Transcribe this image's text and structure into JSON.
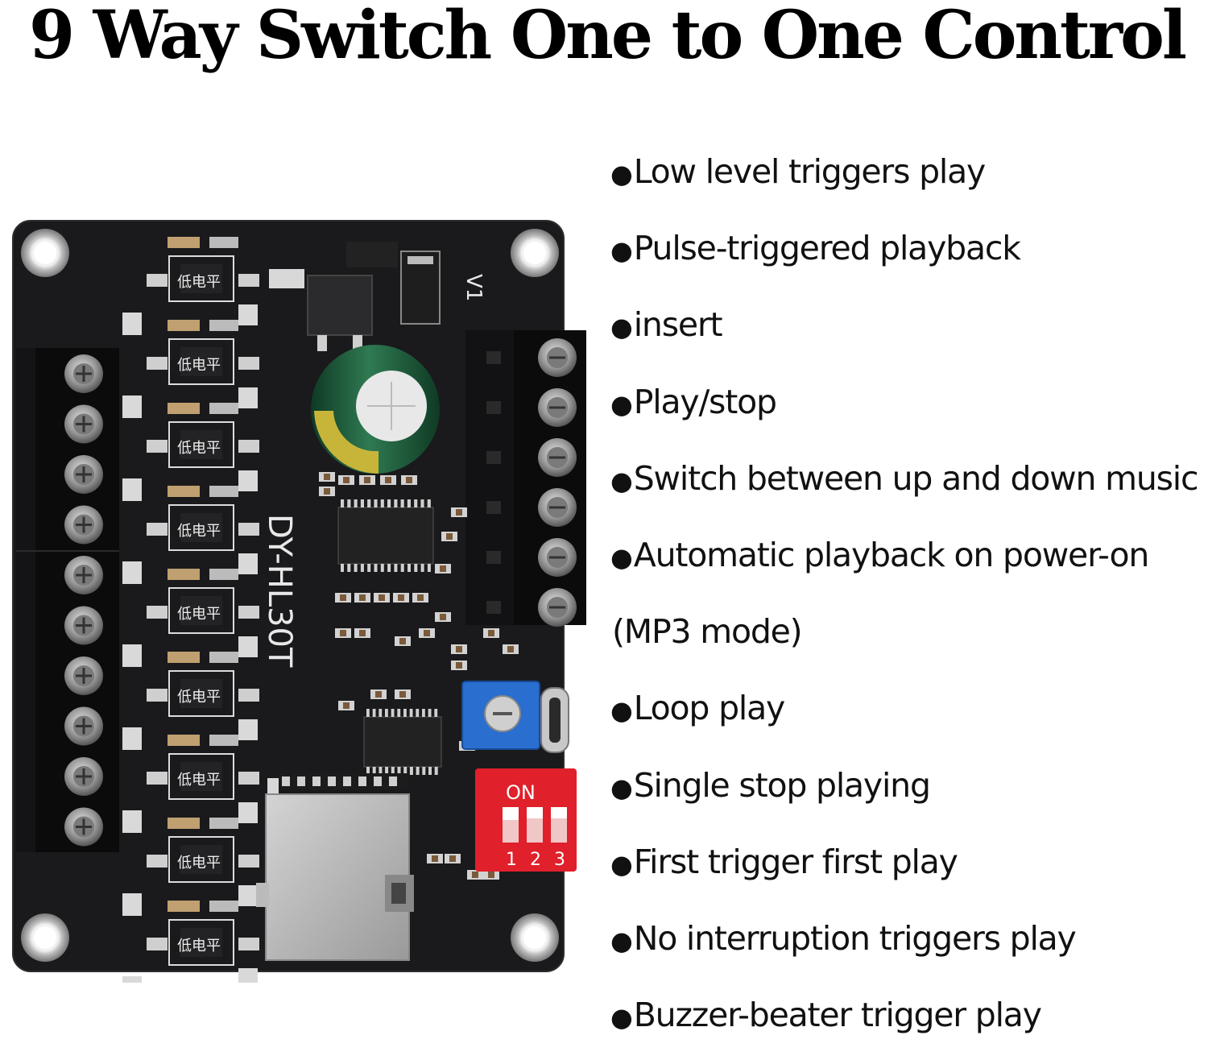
{
  "title": "9 Way Switch One to One Control",
  "board": {
    "model_label": "DY-HL30T",
    "version_label": "V1",
    "chip_label": "低电平",
    "dip_on_label": "ON",
    "dip_numbers": [
      "1",
      "2",
      "3"
    ],
    "colors": {
      "pcb": "#1a1a1c",
      "terminal": "#0c0c0c",
      "screw": "#a8a8a8",
      "capacitor": "#1f5a3a",
      "potentiometer": "#2a6ed0",
      "dip_switch": "#e0202a",
      "sd_slot": "#b9b9b9"
    }
  },
  "features": [
    {
      "bullet": "●",
      "text": "Low level triggers play"
    },
    {
      "bullet": "●",
      "text": "Pulse-triggered playback"
    },
    {
      "bullet": "●",
      "text": "insert"
    },
    {
      "bullet": "●",
      "text": "Play/stop"
    },
    {
      "bullet": "●",
      "text": "Switch between up and down music"
    },
    {
      "bullet": "●",
      "text": "Automatic playback on power-on"
    },
    {
      "bullet": "",
      "text": "(MP3 mode)"
    },
    {
      "bullet": "●",
      "text": "Loop play"
    },
    {
      "bullet": "●",
      "text": "Single stop playing"
    },
    {
      "bullet": "●",
      "text": "First trigger first play"
    },
    {
      "bullet": "●",
      "text": "No interruption triggers play"
    },
    {
      "bullet": "●",
      "text": "Buzzer-beater trigger play"
    }
  ]
}
